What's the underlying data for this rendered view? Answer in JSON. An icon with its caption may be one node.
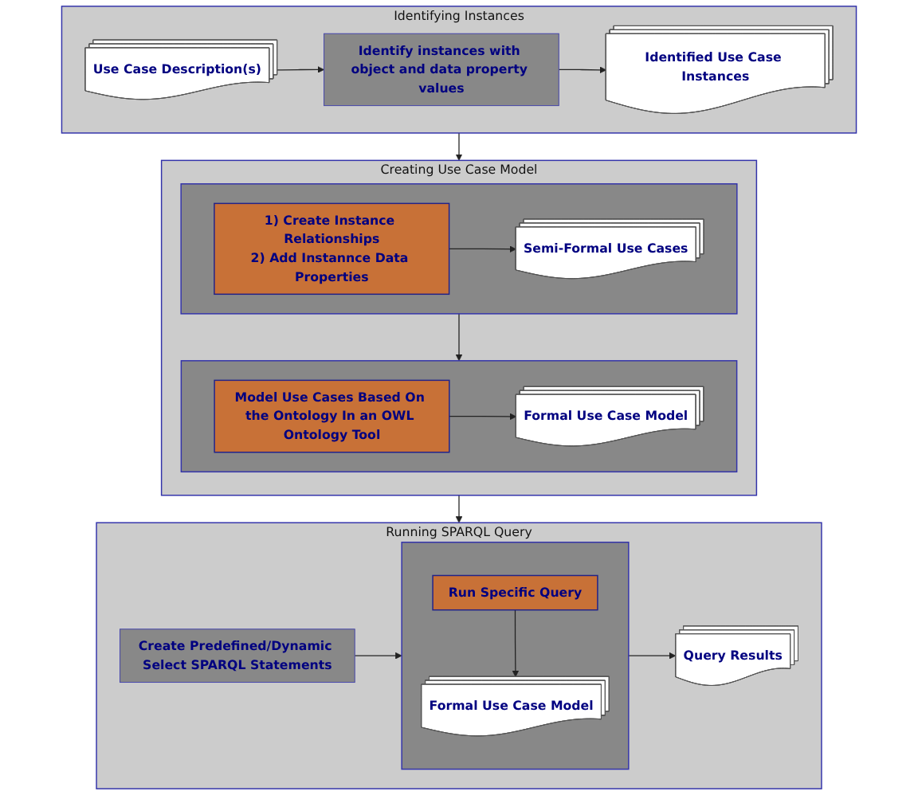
{
  "diagram": {
    "nodes": [
      {
        "text": [
          "Identifying Instances"
        ]
      },
      {
        "text": [
          "Use Case Description(s)"
        ],
        "in": 0
      },
      {
        "text": [
          "Identify instances with object and data property values"
        ],
        "in": 0
      },
      {
        "text": [
          "Identified Use Case Instances"
        ],
        "in": 0
      },
      {
        "text": [
          "Creating Use Case Model"
        ]
      },
      {
        "text": [],
        "shape": "box",
        "in": 4
      },
      {
        "text": [
          "Semi-Formal Use Cases"
        ],
        "in": 5
      },
      {
        "text": [
          "1) Create Instance Relationships",
          "2) Add Instannce Data Properties"
        ],
        "in": 5
      },
      {
        "text": [],
        "shape": "box",
        "in": 4
      },
      {
        "text": [
          "Model Use Cases Based On the Ontology In an OWL Ontology Tool"
        ],
        "in": 8
      },
      {
        "text": [
          "Formal Use Case Model"
        ],
        "in": 8
      },
      {
        "text": [
          "Running SPARQL Query"
        ]
      },
      {
        "text": [
          "Create Predefined/Dynamic Select SPARQL Statements"
        ],
        "in": 11
      },
      {
        "text": [],
        "shape": "box",
        "in": 11
      },
      {
        "text": [
          "Run Specific Query"
        ],
        "in": 13
      },
      {
        "text": [
          "Formal Use Case Model"
        ],
        "in": 13
      },
      {
        "text": [
          "Query Results"
        ],
        "in": 11
      }
    ],
    "edges": [
      {
        "from": 1,
        "to": 2,
        "arrow": "to"
      },
      {
        "from": 2,
        "to": 3,
        "arrow": "to"
      },
      {
        "from": 0,
        "to": 4,
        "arrow": "to"
      },
      {
        "from": 7,
        "to": 6,
        "arrow": "to"
      },
      {
        "from": 5,
        "to": 8,
        "arrow": "to"
      },
      {
        "from": 9,
        "to": 10,
        "arrow": "to"
      },
      {
        "from": 4,
        "to": 11,
        "arrow": "to"
      },
      {
        "from": 12,
        "to": 13,
        "arrow": "to"
      },
      {
        "from": 14,
        "to": 15,
        "arrow": "to"
      },
      {
        "from": 13,
        "to": 16,
        "arrow": "to"
      }
    ]
  }
}
